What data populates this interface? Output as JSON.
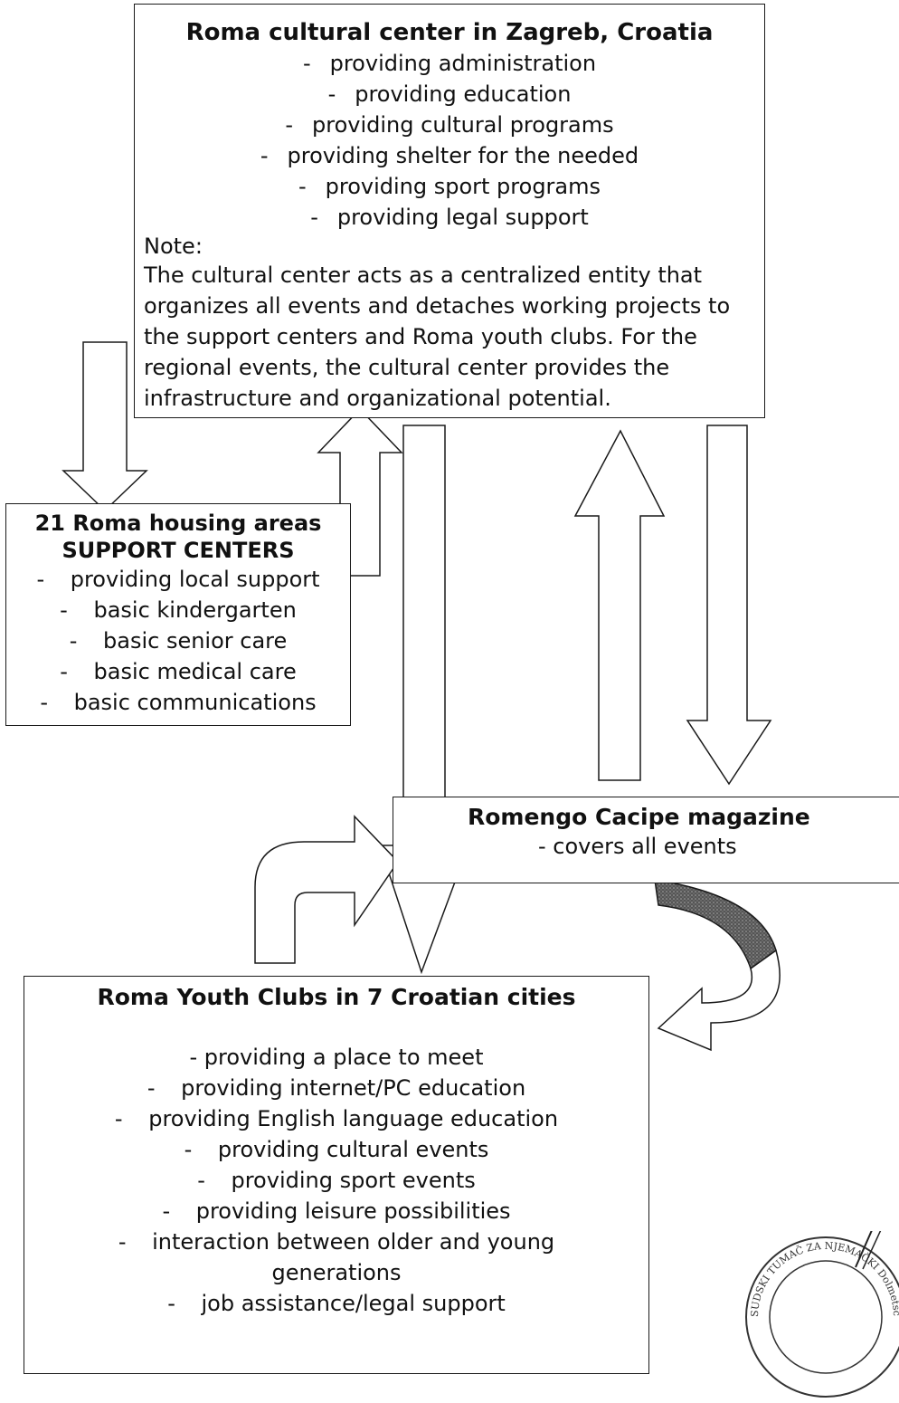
{
  "cultural_center": {
    "title": "Roma cultural center in Zagreb, Croatia",
    "items": [
      "providing administration",
      "providing education",
      "providing cultural programs",
      "providing shelter for the needed",
      "providing sport programs",
      "providing legal support"
    ],
    "note_label": "Note:",
    "note_text": "The cultural center acts as a centralized entity that organizes all events and detaches working projects to the support centers and Roma youth clubs. For the regional events, the cultural center provides the infrastructure and organizational potential."
  },
  "support_centers": {
    "title_line1": "21 Roma housing areas",
    "title_line2": "SUPPORT CENTERS",
    "items": [
      "providing local support",
      "basic kindergarten",
      "basic senior care",
      "basic medical care",
      "basic communications"
    ]
  },
  "magazine": {
    "title": "Romengo Cacipe magazine",
    "subtitle": "- covers all events"
  },
  "youth_clubs": {
    "title": "Roma Youth Clubs in 7 Croatian cities",
    "items": [
      "- providing a place to meet",
      "providing internet/PC education",
      "providing English language education",
      "providing cultural events",
      "providing sport events",
      "providing leisure possibilities",
      "interaction between older and young",
      "generations",
      "job assistance/legal support"
    ]
  },
  "stamp": {
    "text": "SUDSKI TUMAČ ZA NJEMAČKI Dolmetscherin für deutsch Interpreter for English"
  }
}
